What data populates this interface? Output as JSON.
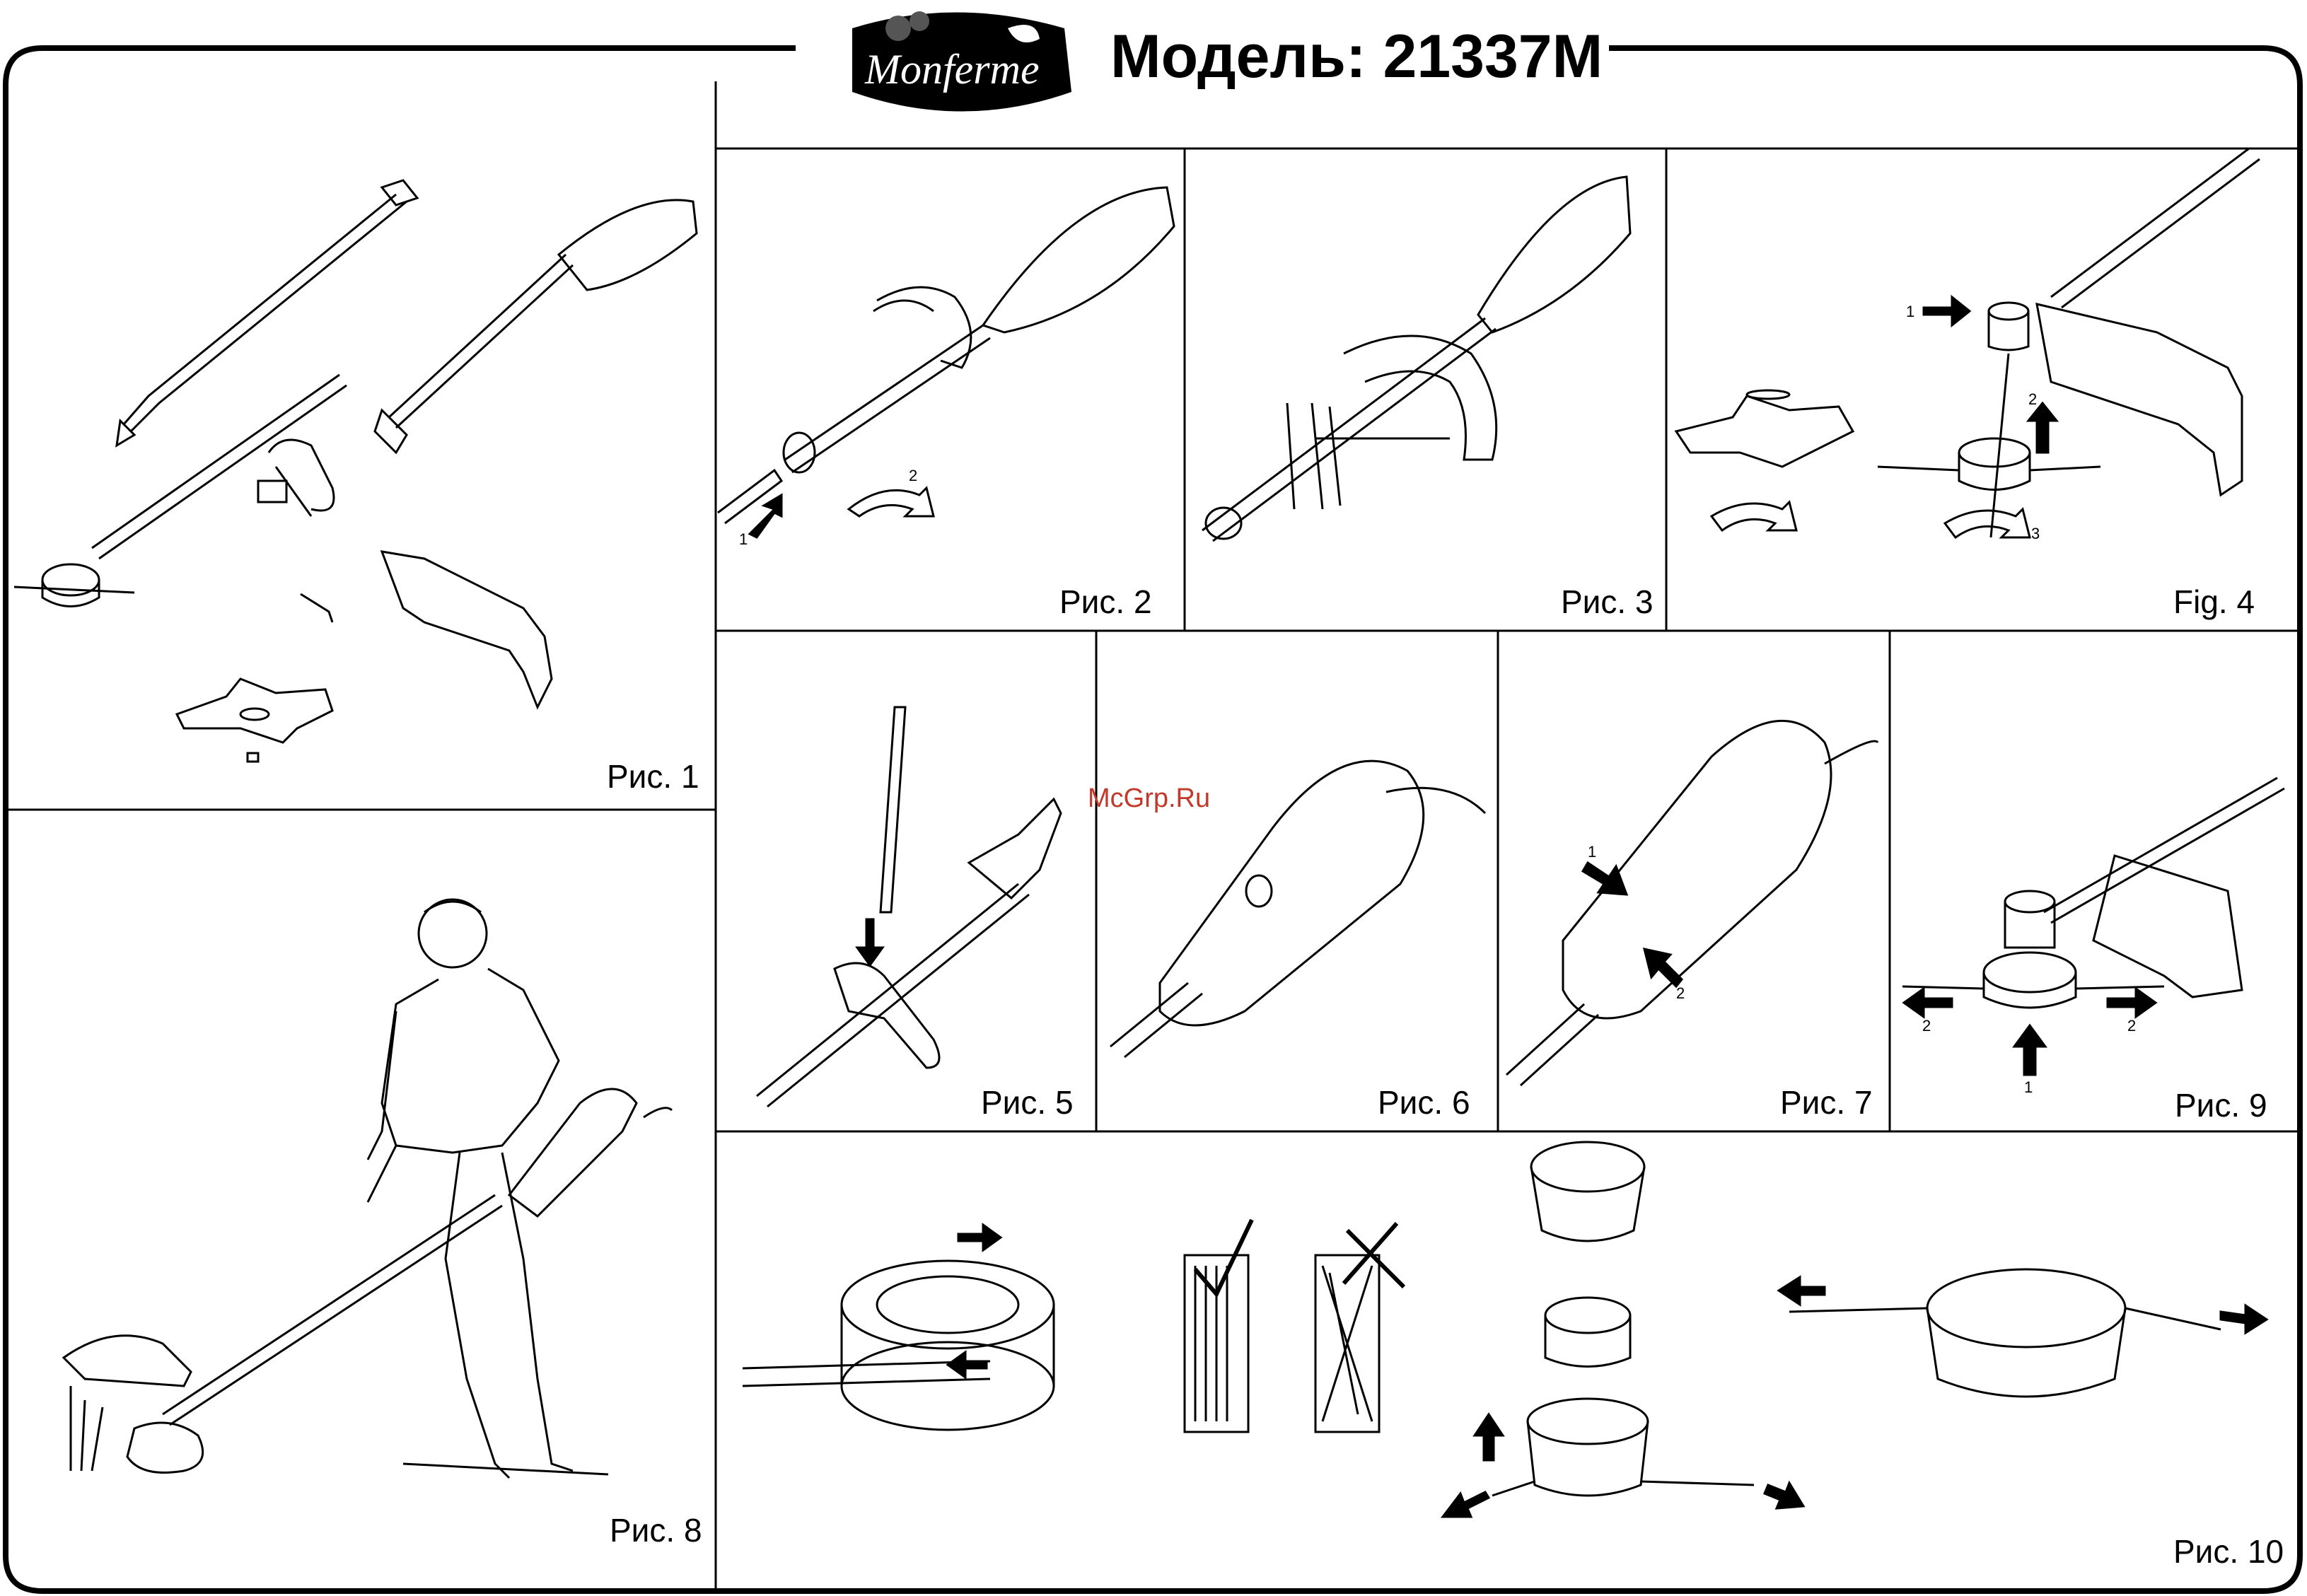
{
  "header": {
    "brand": "Monferme",
    "title": "Модель: 21337M"
  },
  "watermark": "McGrp.Ru",
  "figures": {
    "fig1": "Рис. 1",
    "fig2": "Рис. 2",
    "fig3": "Рис. 3",
    "fig4": "Fig. 4",
    "fig5": "Рис. 5",
    "fig6": "Рис. 6",
    "fig7": "Рис. 7",
    "fig8": "Рис. 8",
    "fig9": "Рис. 9",
    "fig10": "Рис. 10"
  },
  "step_numbers": {
    "fig2": [
      "1",
      "2"
    ],
    "fig4": [
      "1",
      "2",
      "3"
    ],
    "fig7": [
      "1",
      "2"
    ],
    "fig9": [
      "2",
      "2",
      "1"
    ]
  },
  "colors": {
    "ink": "#000000",
    "watermark": "#c0392b",
    "background": "#ffffff"
  }
}
